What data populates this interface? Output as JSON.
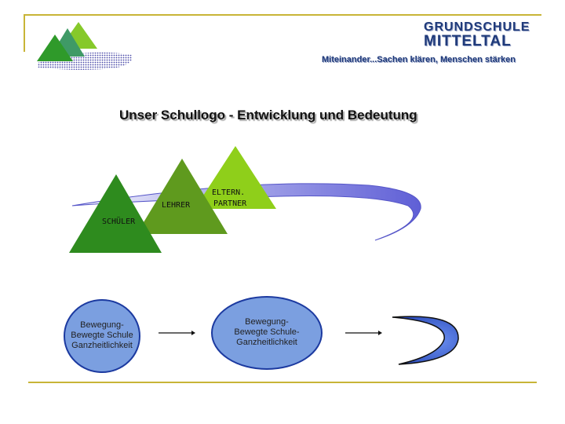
{
  "header": {
    "school_line1": "GRUNDSCHULE",
    "school_line2": "MITTELTAL",
    "motto": "Miteinander...Sachen klären, Menschen stärken"
  },
  "title": "Unser Schullogo - Entwicklung und Bedeutung",
  "logo": {
    "label_schueler": "SCHÜLER",
    "label_lehrer": "LEHRER",
    "label_eltern": "ELTERN.",
    "label_partner": "PARTNER"
  },
  "circles": {
    "left": [
      "Bewegung-",
      "Bewegte Schule",
      "Ganzheitlichkeit"
    ],
    "middle": [
      "Bewegung-",
      "Bewegte Schule-",
      "Ganzheitlichkeit"
    ]
  },
  "colors": {
    "frame": "#c8b437",
    "dark_green": "#2e8b1e",
    "mid_green": "#5f9a1e",
    "light_green": "#8fcf1a",
    "swoosh": "#6d6dd8",
    "circle_fill": "#7b9fe0",
    "circle_stroke": "#1c3aa0",
    "crescent": "#3e68e0"
  }
}
